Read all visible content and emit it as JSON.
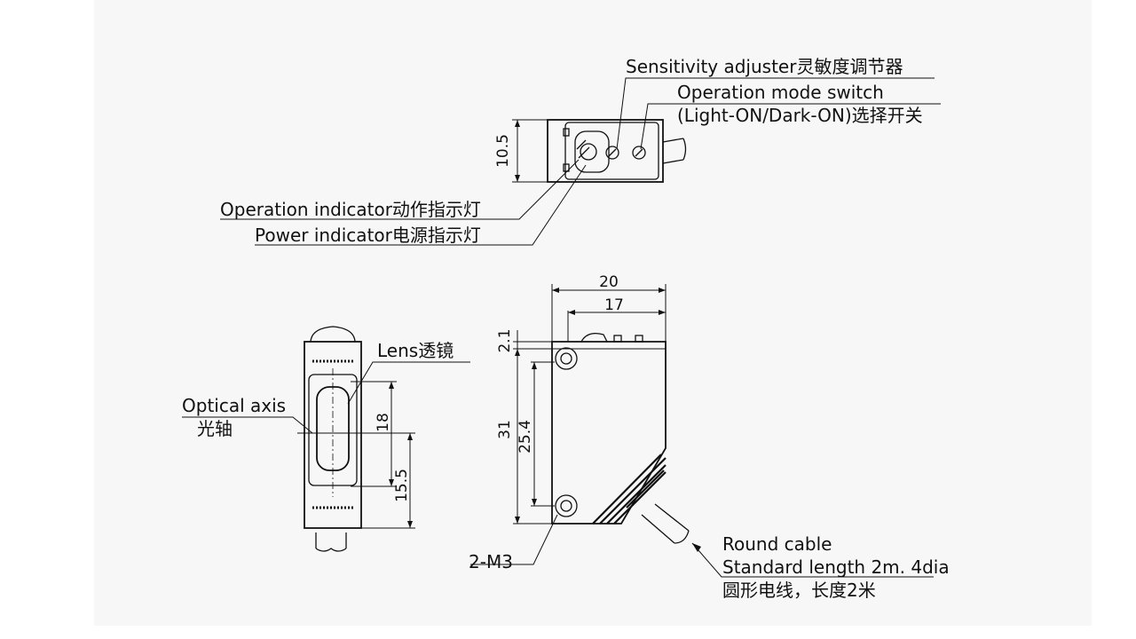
{
  "labels": {
    "sensitivity": "Sensitivity adjuster灵敏度调节器",
    "mode_switch_1": "Operation mode switch",
    "mode_switch_2": "(Light-ON/Dark-ON)选择开关",
    "op_indicator": "Operation indicator动作指示灯",
    "power_indicator": "Power indicator电源指示灯",
    "lens": "Lens透镜",
    "optical_axis_1": "Optical axis",
    "optical_axis_2": "光轴",
    "mount": "2-M3",
    "cable_1": "Round cable",
    "cable_2": "Standard length 2m. 4dia",
    "cable_3": "圆形电线，长度2米"
  },
  "dimensions": {
    "top_height": "10.5",
    "lens_height": "18",
    "axis_offset": "15.5",
    "width_total": "20",
    "width_inner": "17",
    "top_offset": "2.1",
    "height_total": "31",
    "hole_pitch": "25.4"
  }
}
